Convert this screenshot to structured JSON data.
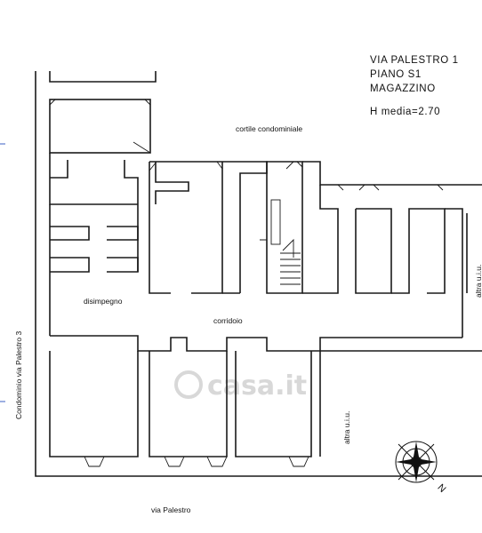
{
  "header": {
    "line1": "VIA PALESTRO 1",
    "line2": "PIANO S1",
    "line3": "MAGAZZINO",
    "line4": "H  media=2.70"
  },
  "labels": {
    "cortile": "cortile condominiale",
    "disimpegno": "disimpegno",
    "corridoio": "corridoio",
    "condominio": "Condominio via Palestro 3",
    "altra_right": "altra u.i.u.",
    "altra_bottom": "altra u.i.u.",
    "via": "via Palestro"
  },
  "compass": {
    "north_letter": "N"
  },
  "watermark": {
    "text": "casa.it"
  }
}
